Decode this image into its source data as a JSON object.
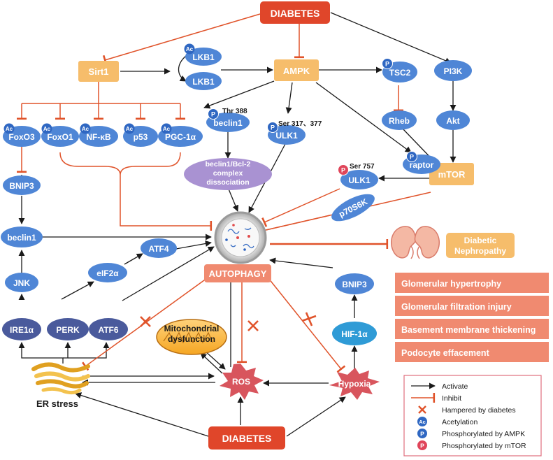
{
  "colors": {
    "activate": "#1a1a1a",
    "inhibit": "#e0532a",
    "diabetes_fill": "#e0462a",
    "orange_box": "#f6bd6b",
    "blue_node": "#4f86d6",
    "dark_blue_node": "#4a5a9c",
    "lilac_node": "#a992d2",
    "phospho_ampk": "#2f67c2",
    "phospho_mtor": "#e0455a",
    "salmon_box": "#f08a70",
    "legend_border": "#e06d7d"
  },
  "nodes": {
    "diabetes_top": "DIABETES",
    "diabetes_bottom": "DIABETES",
    "sirt1": "Sirt1",
    "ampk": "AMPK",
    "lkb1_ac": "LKB1",
    "lkb1": "LKB1",
    "tsc2": "TSC2",
    "pi3k": "PI3K",
    "rheb": "Rheb",
    "akt": "Akt",
    "mtor": "mTOR",
    "raptor": "raptor",
    "foxo3": "FoxO3",
    "foxo1": "FoxO1",
    "nfkb": "NF-κB",
    "p53": "p53",
    "pgc1a": "PGC-1α",
    "beclin1_p": "beclin1",
    "ulk1_p": "ULK1",
    "ulk1_mtor": "ULK1",
    "p70s6k": "p70S6K",
    "bnip3_left": "BNIP3",
    "beclin1_left": "beclin1",
    "jnk": "JNK",
    "ire1a": "IRE1α",
    "perk": "PERK",
    "atf6": "ATF6",
    "eif2a": "eIF2α",
    "atf4": "ATF4",
    "bnip3_right": "BNIP3",
    "hif1a": "HIF-1α",
    "autophagy": "AUTOPHAGY",
    "ros": "ROS",
    "hypoxia": "Hypoxia",
    "er_stress": "ER stress",
    "beclin_bcl2_l1": "beclin1/Bcl-2",
    "beclin_bcl2_l2": "complex",
    "beclin_bcl2_l3": "dissociation",
    "mito_l1": "Mitochondrial",
    "mito_l2": "dysfunction",
    "diabetic_neph_l1": "Diabetic",
    "diabetic_neph_l2": "Nephropathy"
  },
  "site_labels": {
    "thr388": "Thr 388",
    "ser317": "Ser 317、377",
    "ser757": "Ser 757"
  },
  "badges": {
    "ac": "Ac",
    "p": "P"
  },
  "nephropathy_features": [
    "Glomerular hypertrophy",
    "Glomerular filtration injury",
    "Basement membrane thickening",
    "Podocyte effacement"
  ],
  "legend": {
    "activate": "Activate",
    "inhibit": "Inhibit",
    "hampered": "Hampered by diabetes",
    "acetylation": "Acetylation",
    "phos_ampk": "Phosphorylated by AMPK",
    "phos_mtor": "Phosphorylated by mTOR"
  }
}
